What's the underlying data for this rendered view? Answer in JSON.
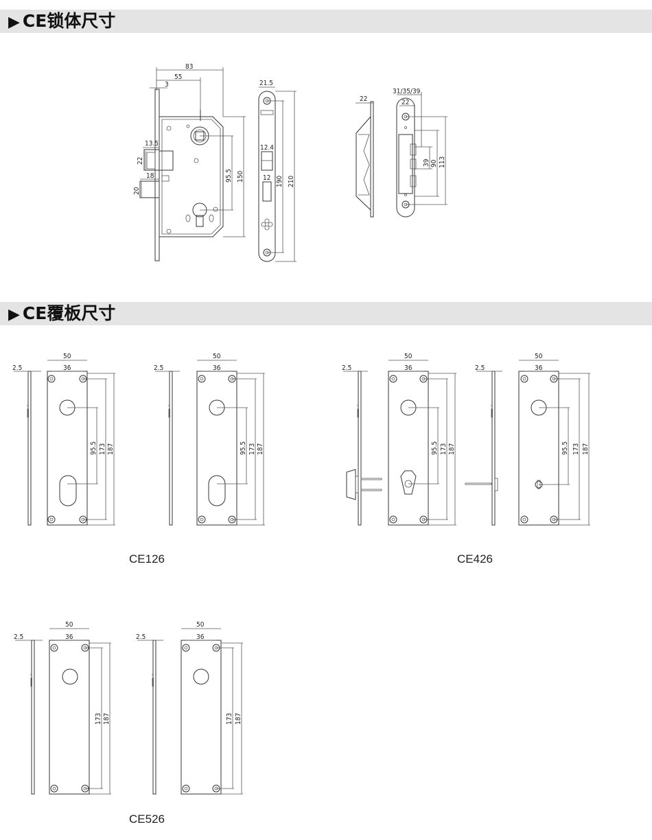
{
  "sections": [
    {
      "arrow": "▶",
      "title": "CE锁体尺寸"
    },
    {
      "arrow": "▶",
      "title": "CE覆板尺寸"
    }
  ],
  "lock_body": {
    "dims": {
      "d83": "83",
      "d55": "55",
      "d3": "3",
      "d13_5": "13.5",
      "d22": "22",
      "d18": "18",
      "d20": "20",
      "d95_5": "95.5",
      "d150": "150"
    },
    "faceplate_dims": {
      "d21_5": "21.5",
      "d12_4": "12.4",
      "d12": "12",
      "d190": "190",
      "d210": "210"
    },
    "side_dims": {
      "d22": "22"
    },
    "strike_dims": {
      "d31_35_39": "31/35/39",
      "d22": "22",
      "d39": "39",
      "d90": "90",
      "d113": "113"
    }
  },
  "plate_dims": {
    "thick": "2.5",
    "width": "50",
    "hole": "36",
    "spacing": "95.5",
    "h173": "173",
    "h187": "187"
  },
  "models": [
    "CE126",
    "CE426",
    "CE526"
  ]
}
